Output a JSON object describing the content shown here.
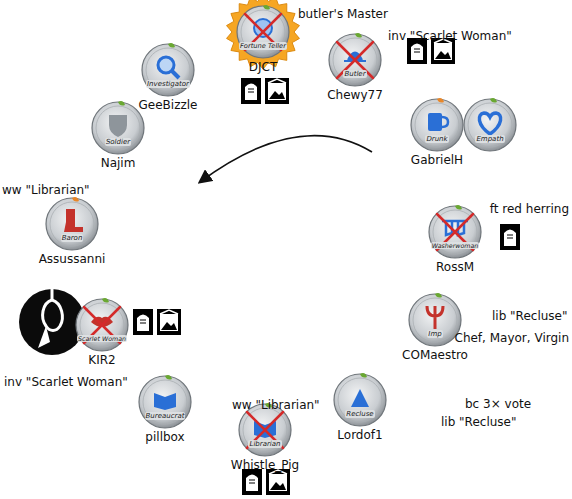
{
  "diagram": {
    "nodes": [
      {
        "text": [
          "Fortune Teller",
          "DJCT"
        ]
      },
      {
        "text": [
          "Investigator",
          "GeeBizzle"
        ]
      },
      {
        "text": [
          "Butler",
          "Chewy77"
        ]
      },
      {
        "text": [
          "Soldier",
          "Najim"
        ]
      },
      {
        "text": [
          "Drunk",
          "GabrielH"
        ]
      },
      {
        "text": [
          "Empath"
        ]
      },
      {
        "text": [
          "Baron",
          "Assussanni"
        ]
      },
      {
        "text": [
          "Washerwoman",
          "RossM"
        ]
      },
      {
        "text": [
          "Scarlet Woman",
          "KIR2"
        ]
      },
      {
        "text": [
          "Imp",
          "COMaestro"
        ]
      },
      {
        "text": [
          "Bureaucrat",
          "pillbox"
        ]
      },
      {
        "text": [
          "Recluse",
          "Lordof1"
        ]
      },
      {
        "text": [
          "Librarian",
          "Whistle_Pig"
        ]
      }
    ],
    "labels": [
      "butler's Master",
      "inv \"Scarlet Woman\"",
      "ft red herring",
      "lib \"Recluse\"",
      "Chef, Mayor, Virgin",
      "bc 3× vote",
      "lib \"Recluse\"",
      "ww \"Librarian\"",
      "ww \"Librarian\"",
      "inv \"Scarlet Woman\""
    ]
  }
}
